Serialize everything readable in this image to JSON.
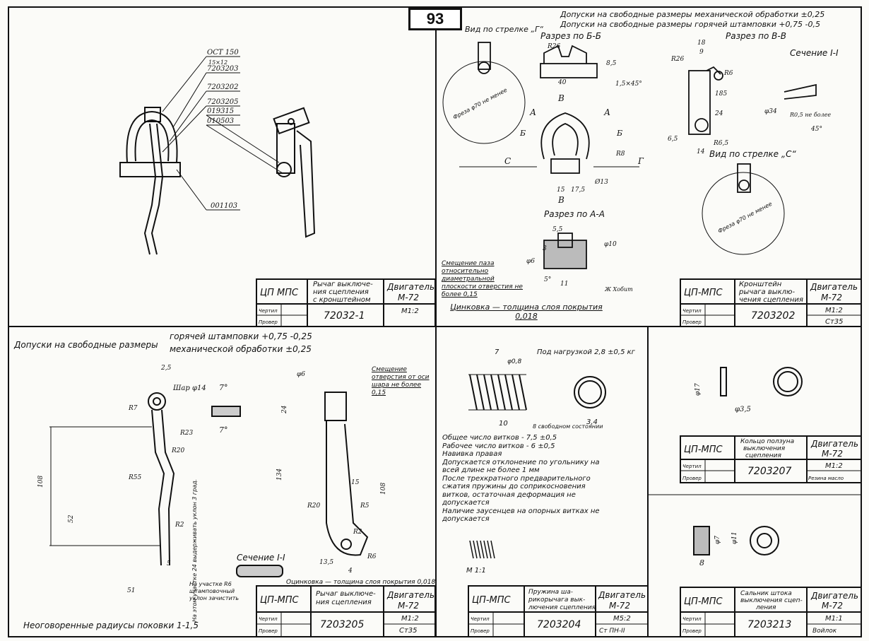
{
  "page_number": "93",
  "q1": {
    "refs": [
      "ОСТ 150",
      "15×12",
      "7203203",
      "7203202",
      "7203205",
      "019315",
      "010503",
      "001103"
    ],
    "titleblock": {
      "org": "ЦП МПС",
      "name": "Рычаг выключе-ния сцепления с кронштейном",
      "name_l1": "Рычаг выключе-",
      "name_l2": "ния сцепления",
      "name_l3": "с кронштейном",
      "engine_l1": "Двигатель",
      "engine_l2": "М-72",
      "number": "72032-1",
      "scale": "М1:2",
      "drawn": "Чертил",
      "checked": "Провер"
    }
  },
  "q2": {
    "tol1": "Допуски на свободные размеры механической обработки ±0,25",
    "tol2": "Допуски на свободные размеры горячей штамповки +0,75 -0,5",
    "view_g": "Вид по стрелке „Г“",
    "sec_bb": "Разрез по Б-Б",
    "sec_vv": "Разрез по В-В",
    "sec_11": "Сечение I-I",
    "sec_aa": "Разрез по А-А",
    "view_c": "Вид по стрелке „С“",
    "mill": "Фреза φ70 не менее",
    "dims": [
      "R26",
      "40",
      "8,5",
      "1,5×45°",
      "18",
      "9",
      "R6",
      "185",
      "24",
      "φ34",
      "R6,5",
      "6,5",
      "14",
      "R0,5 не более",
      "45°",
      "15",
      "17,5",
      "Ø13",
      "R8",
      "5,5",
      "φ10",
      "φ6",
      "5°",
      "11",
      "3"
    ],
    "note1": "Смещение паза относительно диаметральной плоскости отверстия не более 0,15",
    "note2": "Цинковка — толщина слоя покрытия 0,018",
    "labels": {
      "A": "А",
      "B": "Б",
      "V": "В",
      "C": "С",
      "G": "Г",
      "hardness": "Ж Хобит"
    },
    "titleblock": {
      "org": "ЦП-МПС",
      "name_l1": "Кронштейн",
      "name_l2": "рычага выклю-",
      "name_l3": "чения сцепления",
      "engine_l1": "Двигатель",
      "engine_l2": "М-72",
      "number": "7203202",
      "scale": "М1:2",
      "material": "Ст35",
      "drawn": "Чертил",
      "checked": "Провер"
    }
  },
  "q3": {
    "tol_head": "Допуски на свободные размеры",
    "tol_hot": "горячей штамповки +0,75 -0,25",
    "tol_mech": "механической обработки ±0,25",
    "dims": [
      "2,5",
      "R7",
      "Шар φ14",
      "7°",
      "7°",
      "R23",
      "R20",
      "R55",
      "108",
      "52",
      "R2",
      "51",
      "5",
      "φ6",
      "24",
      "134",
      "108",
      "R20",
      "15",
      "R5",
      "R2",
      "13,5",
      "R6",
      "4"
    ],
    "note_offset": "Смещение отверстия от оси шара не более 0,15",
    "section": "Сечение I-I",
    "note_mark": "На участке R6 штамповочный уклон зачистить",
    "note_side": "На этом участке 24 выдерживать уклон 3 град.",
    "zinc": "Оцинковка — толщина слоя покрытия 0,018",
    "radii": "Неоговоренные радиусы поковки 1-1,5",
    "titleblock": {
      "org": "ЦП-МПС",
      "name_l1": "Рычаг выключе-",
      "name_l2": "ния сцепления",
      "engine_l1": "Двигатель",
      "engine_l2": "М-72",
      "number": "7203205",
      "scale": "М1:2",
      "material": "Ст35",
      "drawn": "Чертил",
      "checked": "Провер"
    }
  },
  "q4": {
    "load": "Под нагрузкой 2,8 ±0,5 кг",
    "dims": [
      "7",
      "φ0,8",
      "10",
      "8 свободном состоянии",
      "3,4",
      "М 1:1"
    ],
    "notes": [
      "Общее число витков - 7,5 ±0,5",
      "Рабочее число витков - 6 ±0,5",
      "Навивка правая",
      "Допускается отклонение по угольнику на всей длине не более 1 мм",
      "После трехкратного предварительного сжатия пружины до соприкосновения витков, остаточная деформация не допускается",
      "Наличие заусенцев на опорных витках не допускается"
    ],
    "titleblock": {
      "org": "ЦП-МПС",
      "name_l1": "Пружина ша-",
      "name_l2": "рикорычага вык-",
      "name_l3": "лючения сцепления",
      "engine_l1": "Двигатель",
      "engine_l2": "М-72",
      "number": "7203204",
      "scale": "М5:2",
      "material": "Ст ПН-II",
      "drawn": "Чертил",
      "checked": "Провер"
    }
  },
  "q5": {
    "ring1_dims": [
      "φ17",
      "φ3,5"
    ],
    "ring1_tb": {
      "org": "ЦП-МПС",
      "name_l1": "Кольцо ползуна",
      "name_l2": "выключения",
      "name_l3": "сцепления",
      "engine_l1": "Двигатель",
      "engine_l2": "М-72",
      "number": "7203207",
      "scale": "М1:2",
      "material": "Резина масло",
      "drawn": "Чертил",
      "checked": "Провер"
    },
    "ring2_dims": [
      "φ7",
      "φ11",
      "8"
    ],
    "ring2_tb": {
      "org": "ЦП-МПС",
      "name_l1": "Сальник штока",
      "name_l2": "выключения сцеп-",
      "name_l3": "ления",
      "engine_l1": "Двигатель",
      "engine_l2": "М-72",
      "number": "7203213",
      "scale": "М1:1",
      "material": "Войлок",
      "drawn": "Чертил",
      "checked": "Провер"
    }
  }
}
